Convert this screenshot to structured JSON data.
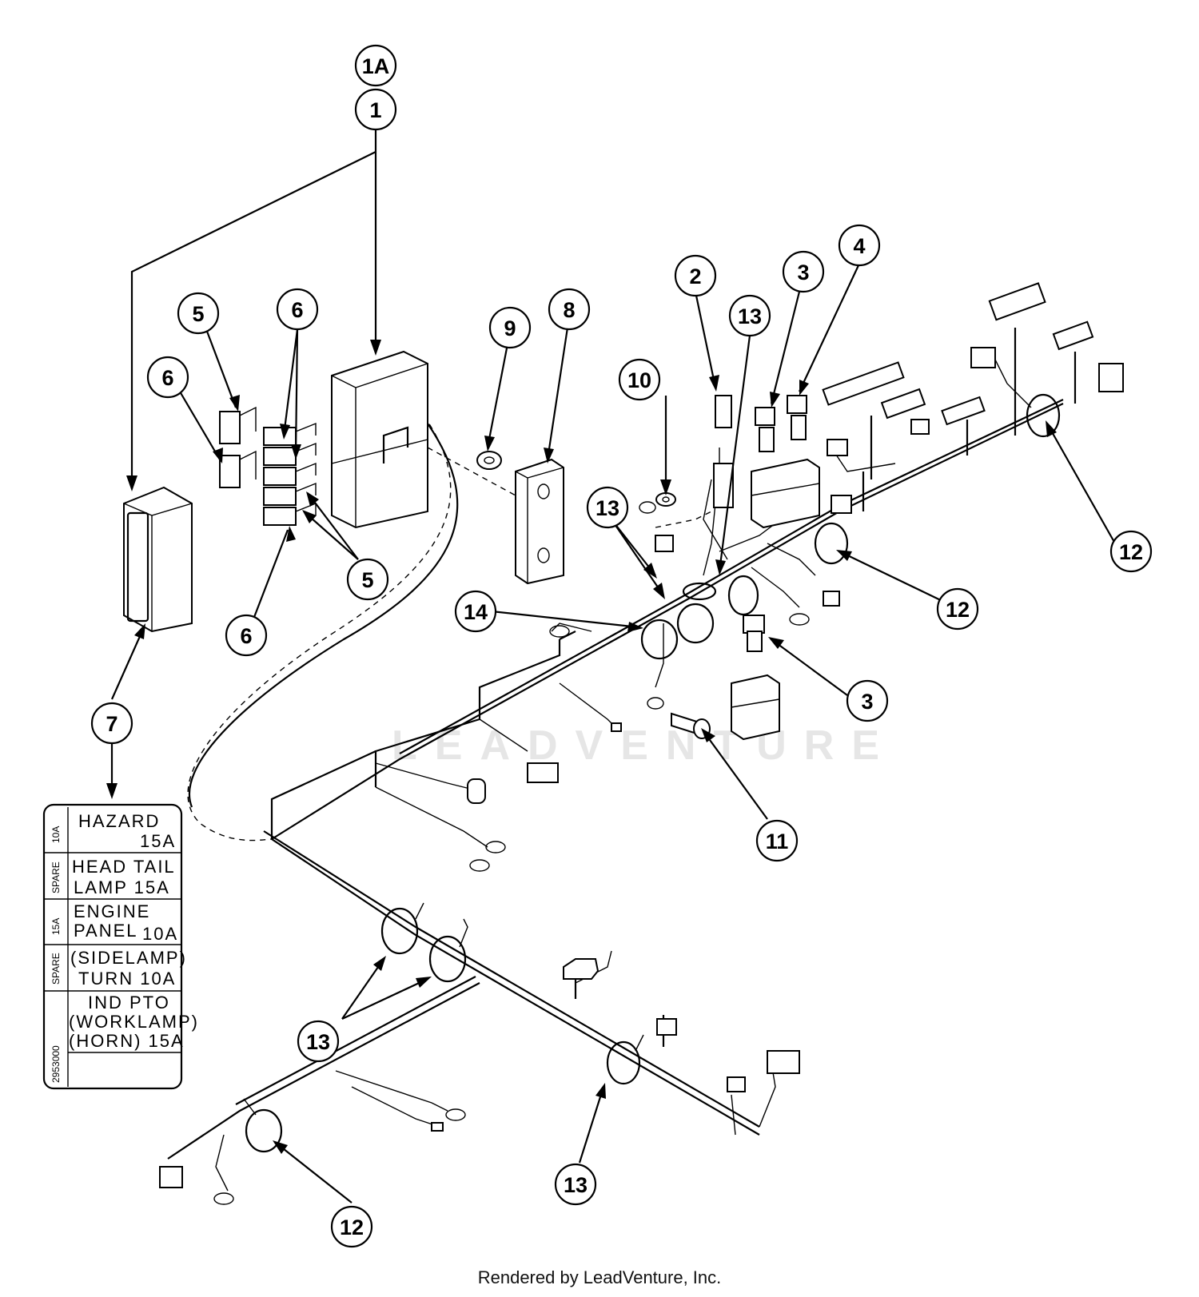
{
  "watermark": "LEADVENTURE",
  "footer": "Rendered by LeadVenture, Inc.",
  "callouts": [
    "1A",
    "1",
    "2",
    "3",
    "4",
    "5",
    "6",
    "7",
    "8",
    "9",
    "10",
    "11",
    "12",
    "13",
    "14"
  ],
  "fuse_label": {
    "rows": [
      {
        "side": "10A",
        "lines": [
          "HAZARD",
          "15A"
        ]
      },
      {
        "side": "SPARE",
        "lines": [
          "HEAD TAIL",
          "LAMP 15A"
        ]
      },
      {
        "side": "15A",
        "lines": [
          "ENGINE",
          "PANEL",
          "10A"
        ]
      },
      {
        "side": "SPARE",
        "lines": [
          "(SIDELAMP)",
          "TURN 10A"
        ]
      },
      {
        "side": "2953000",
        "lines": [
          "IND PTO",
          "(WORKLAMP)",
          "(HORN) 15A"
        ]
      }
    ]
  }
}
